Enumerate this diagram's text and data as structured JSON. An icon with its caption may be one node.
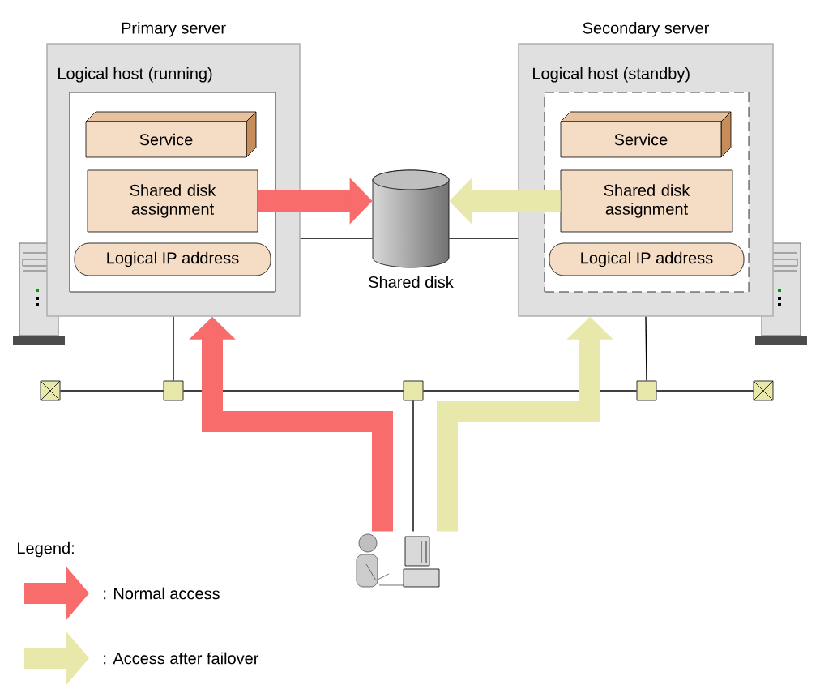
{
  "diagram": {
    "nodes": [
      {
        "text": [
          "Primary server"
        ]
      },
      {
        "text": [
          "Logical host (running)"
        ],
        "in": 0
      },
      {
        "text": [
          "Service"
        ],
        "in": 1
      },
      {
        "text": [
          "Shared disk assignment"
        ],
        "in": 1
      },
      {
        "text": [
          "Logical IP address"
        ],
        "in": 1
      },
      {
        "text": [
          "Secondary server"
        ]
      },
      {
        "text": [
          "Logical host (standby)"
        ],
        "in": 5
      },
      {
        "text": [
          "Service"
        ],
        "in": 6
      },
      {
        "text": [
          "Shared disk assignment"
        ],
        "in": 6
      },
      {
        "text": [
          "Logical IP address"
        ],
        "in": 6
      },
      {
        "text": [],
        "shape": "cylinder",
        "beside": [
          "Shared disk"
        ]
      },
      {
        "text": [],
        "shape": "box"
      },
      {
        "text": [],
        "shape": "box"
      },
      {
        "text": [],
        "shape": "box"
      },
      {
        "text": [],
        "shape": "box"
      },
      {
        "text": [],
        "shape": "box"
      },
      {
        "text": [],
        "shape": "person"
      }
    ],
    "edges": [
      {
        "from": 11,
        "to": 12,
        "arrow": "none"
      },
      {
        "from": 12,
        "to": 13,
        "arrow": "none"
      },
      {
        "from": 13,
        "to": 14,
        "arrow": "none"
      },
      {
        "from": 14,
        "to": 15,
        "arrow": "none"
      },
      {
        "from": 0,
        "to": 12,
        "arrow": "none"
      },
      {
        "from": 5,
        "to": 14,
        "arrow": "none"
      },
      {
        "from": 13,
        "to": 16,
        "arrow": "none"
      },
      {
        "from": 0,
        "to": 10,
        "arrow": "none"
      },
      {
        "from": 10,
        "to": 5,
        "arrow": "none"
      },
      {
        "from": 3,
        "to": 10,
        "arrow": "to",
        "style": "thick",
        "color": "#f86c6c"
      },
      {
        "from": 8,
        "to": 10,
        "arrow": "to",
        "style": "thick",
        "color": "#e8e8aa"
      },
      {
        "from": 16,
        "to": 0,
        "arrow": "to",
        "style": "thick",
        "color": "#f86c6c"
      },
      {
        "from": 16,
        "to": 5,
        "arrow": "to",
        "style": "thick",
        "color": "#e8e8aa"
      }
    ],
    "labels": [
      "Legend:"
    ],
    "legend": [
      {
        "text": ": Normal access",
        "color": "#f86c6c"
      },
      {
        "text": ": Access after failover",
        "color": "#e8e8aa"
      }
    ]
  }
}
